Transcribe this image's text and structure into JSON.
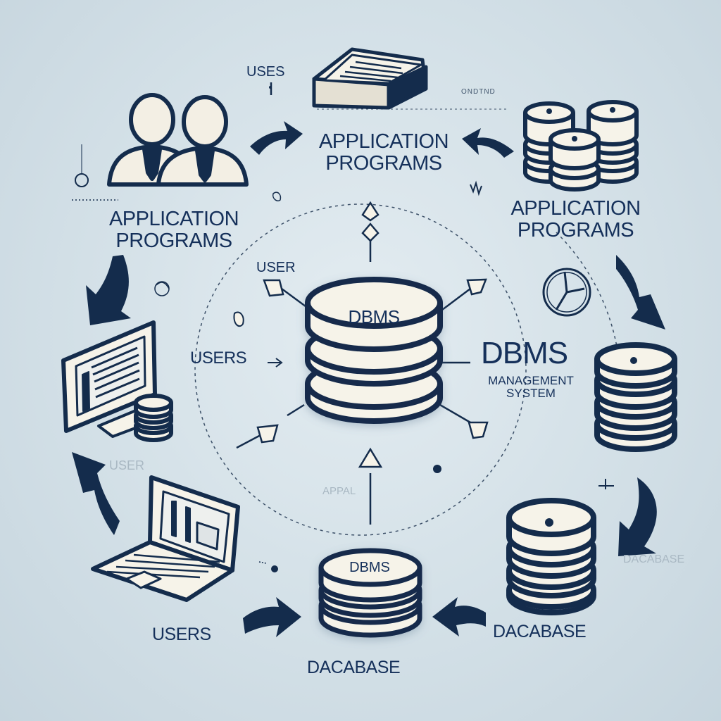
{
  "labels": {
    "uses_top": "USES",
    "app_top": "APPLICATION PROGRAMS",
    "app_left": "APPLICATION PROGRAMS",
    "app_right": "APPLICATION PROGRAMS",
    "user_center": "USER",
    "users_left": "USERS",
    "dbms_center": "DBMS",
    "dbms_right_title": "DBMS",
    "dbms_right_sub": "MANAGEMENT SYSTEM",
    "dbms_bottom": "DBMS",
    "users_bottom": "USERS",
    "dacabase_bottom": "DACABASE",
    "dacabase_right": "DACABASE",
    "user_faint": "USER",
    "dacabase_faint": "DACABASE",
    "appal_faint": "APPAL",
    "tiny_top_right": "ONDTND"
  },
  "colors": {
    "navy": "#142c4c",
    "cream": "#f6f3e9",
    "background": "#d6e2e8"
  }
}
